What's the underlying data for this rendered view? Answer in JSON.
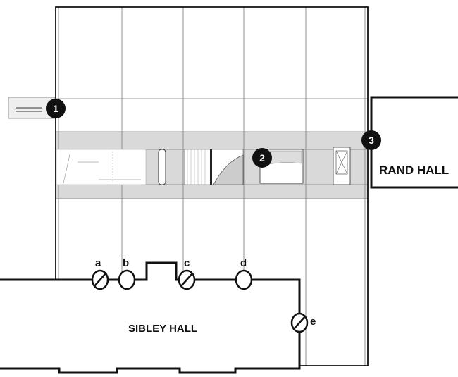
{
  "buildings": {
    "rand": "RAND HALL",
    "sibley": "SIBLEY HALL"
  },
  "markers": [
    "1",
    "2",
    "3"
  ],
  "entrances": [
    "a",
    "b",
    "c",
    "d",
    "e"
  ],
  "colors": {
    "line": "#111111",
    "band": "#d9d9d9",
    "grid": "#777777"
  }
}
